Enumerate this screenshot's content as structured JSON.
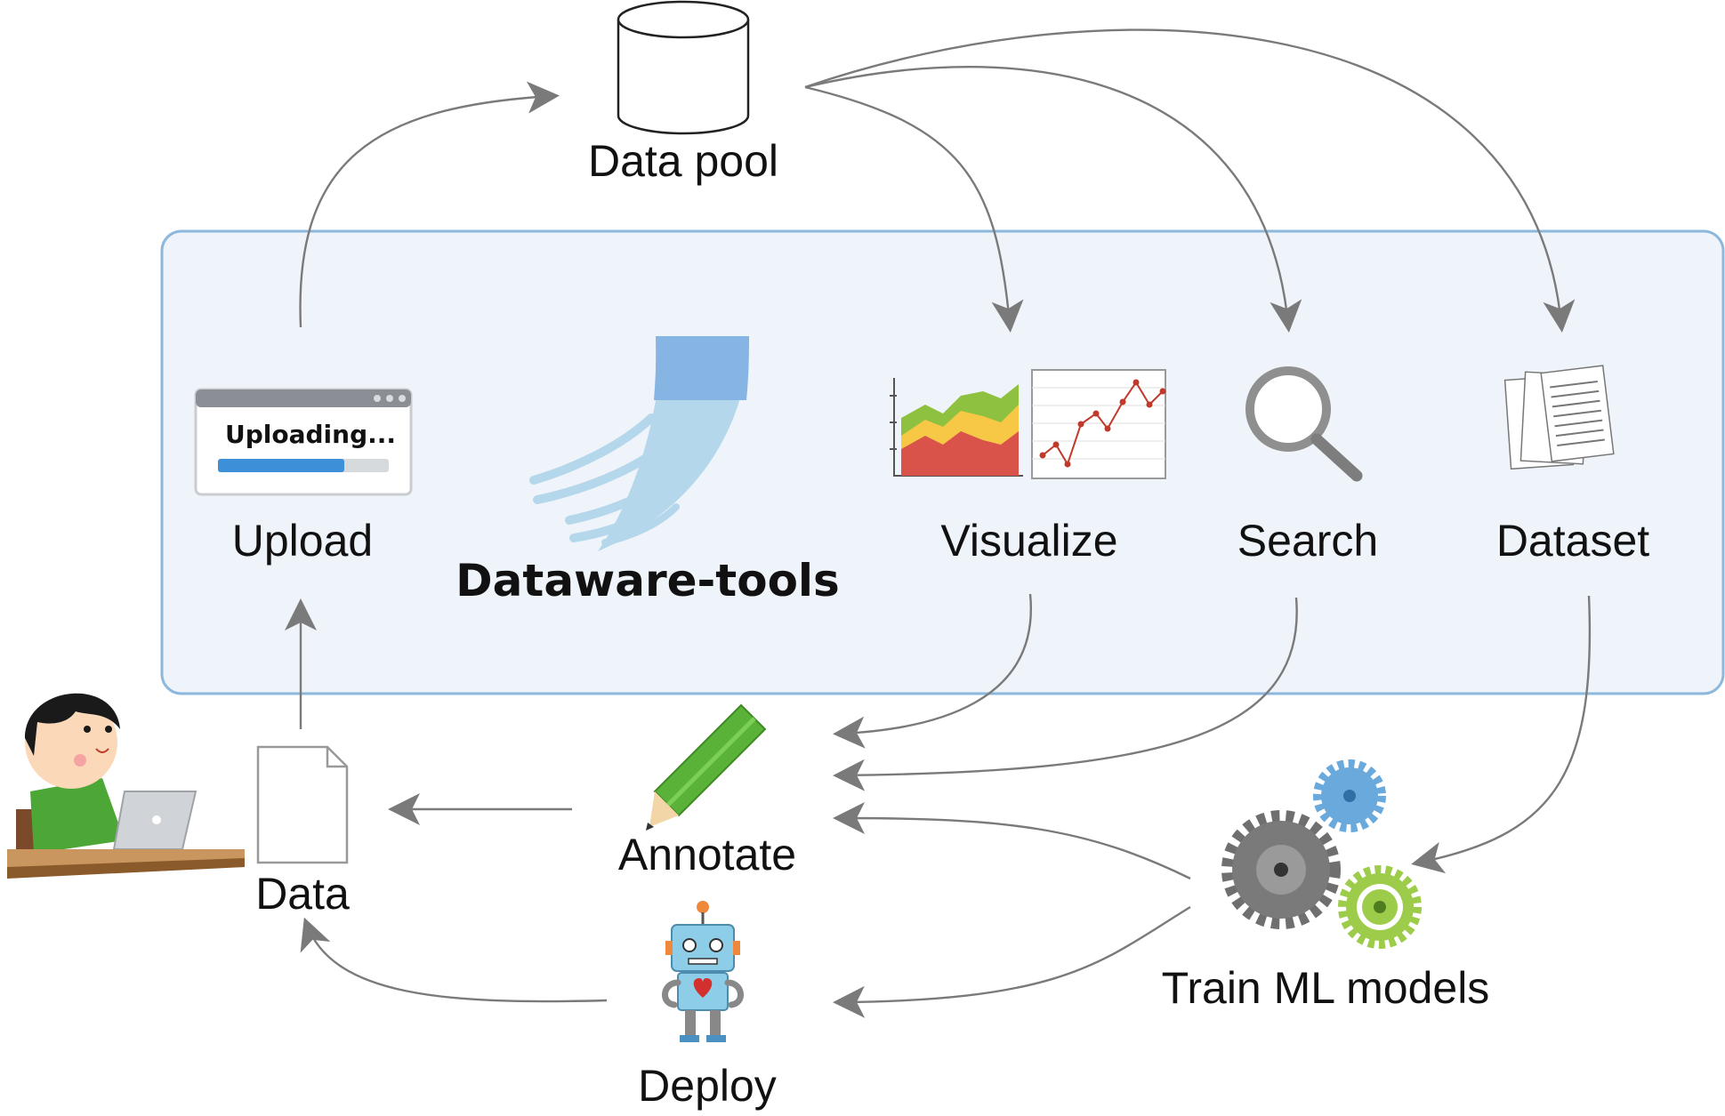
{
  "nodes": {
    "data_pool": "Data pool",
    "upload": "Upload",
    "upload_banner": "Uploading...",
    "brand": "Dataware-tools",
    "visualize": "Visualize",
    "search": "Search",
    "dataset": "Dataset",
    "annotate": "Annotate",
    "data": "Data",
    "deploy": "Deploy",
    "train": "Train ML models"
  },
  "icons": [
    "database-cylinder-icon",
    "upload-window-icon",
    "brand-streak-logo",
    "area-chart-icon",
    "line-chart-icon",
    "magnifier-icon",
    "document-stack-icon",
    "pencil-icon",
    "file-icon",
    "user-at-laptop-illustration",
    "robot-icon",
    "gears-icon"
  ],
  "colors": {
    "panel_fill": "#eef4fa",
    "panel_border": "#8db8dd",
    "arrow": "#7a7a7a",
    "brand_dark": "#86b5e3",
    "brand_light": "#b5d7ec",
    "progress": "#3d8fd8",
    "chart_green": "#8ec13f",
    "chart_yellow": "#f6c845",
    "chart_red": "#d9534a",
    "pencil_green": "#5ab338",
    "gear_gray": "#6f6f6f",
    "gear_blue": "#6aa9dc",
    "gear_green": "#9ccc49"
  }
}
